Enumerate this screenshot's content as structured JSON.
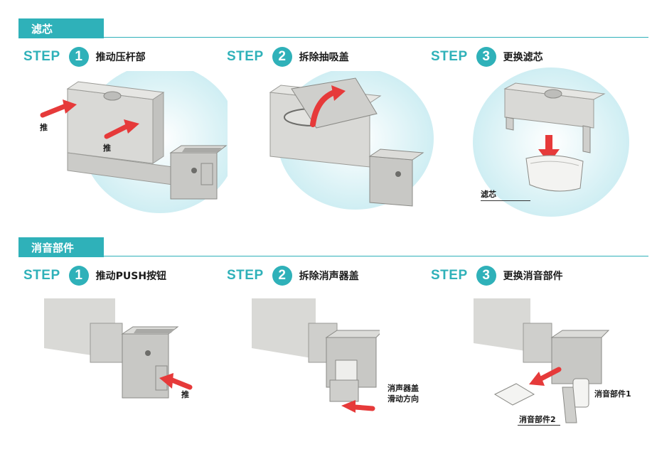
{
  "sections": [
    {
      "title": "滤芯",
      "steps": [
        {
          "word": "STEP",
          "num": "1",
          "title": "推动压杆部"
        },
        {
          "word": "STEP",
          "num": "2",
          "title": "拆除抽吸盖"
        },
        {
          "word": "STEP",
          "num": "3",
          "title": "更换滤芯"
        }
      ]
    },
    {
      "title": "消音部件",
      "steps": [
        {
          "word": "STEP",
          "num": "1",
          "title": "推动PUSH按钮"
        },
        {
          "word": "STEP",
          "num": "2",
          "title": "拆除消声器盖"
        },
        {
          "word": "STEP",
          "num": "3",
          "title": "更换消音部件"
        }
      ]
    }
  ],
  "labels": {
    "push_left": "推",
    "push_body": "推",
    "filter": "滤芯",
    "push_button": "推",
    "slide_line1": "消声器盖",
    "slide_line2": "滑动方向",
    "silencer1": "消音部件1",
    "silencer2": "消音部件2"
  },
  "colors": {
    "accent": "#2fb1b9",
    "arrow": "#e63a3a",
    "body": "#cfcfcc"
  }
}
